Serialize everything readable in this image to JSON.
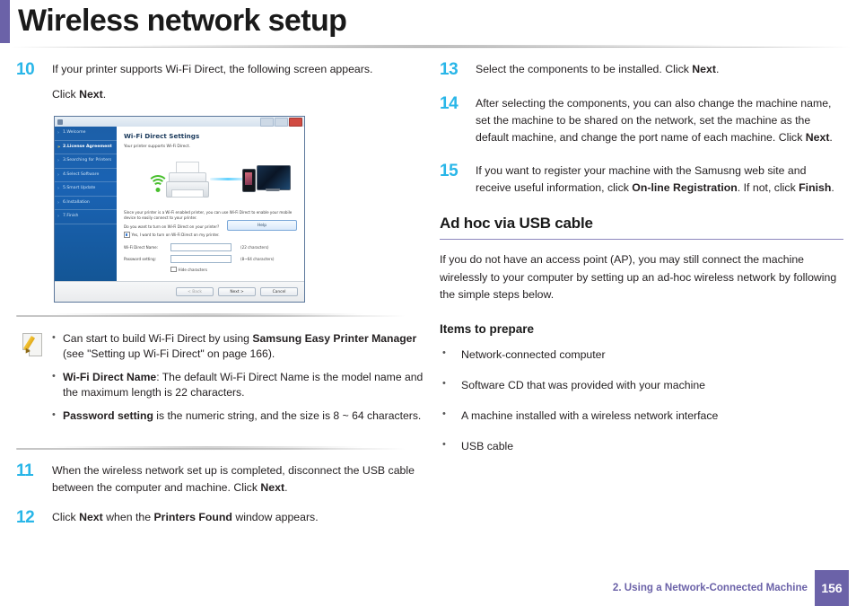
{
  "header": {
    "title": "Wireless network setup",
    "accent_color": "#6b62a8"
  },
  "colors": {
    "step_number": "#29b6e8",
    "accent_purple": "#6b62a8",
    "rule_purple": "#8d86bd"
  },
  "left_column": {
    "steps": [
      {
        "number": "10",
        "text_line1_a": "If your printer supports Wi-Fi Direct, the following screen appears.",
        "text_line2_a": "Click ",
        "text_line2_b": "Next",
        "text_line2_c": "."
      }
    ],
    "screenshot": {
      "dialog_title": "Wi-Fi Direct Settings",
      "dialog_subtitle": "Your printer supports Wi-Fi Direct.",
      "sidebar_items": [
        "1.Welcome",
        "2.License Agreement",
        "3.Searching for Printers",
        "4.Select Software",
        "5.Smart Update",
        "6.Installation",
        "7.Finish"
      ],
      "active_sidebar_index": 1,
      "paragraph": "Since your printer is a Wi-Fi enabled printer, you can use Wi-Fi Direct to enable your mobile device to easily connect to your printer.",
      "question": "Do you want to turn on Wi-Fi Direct on your printer?",
      "checkbox_label": "Yes, I want to turn on Wi-Fi Direct on my printer.",
      "help_button": "Help",
      "field_name_label": "Wi-Fi Direct Name:",
      "field_name_hint": "(22 characters)",
      "field_name_value": "",
      "field_password_label": "Password setting:",
      "field_password_hint": "(8~64 characters)",
      "field_password_value": "",
      "hide_characters_label": "Hide characters",
      "button_back": "< Back",
      "button_next": "Next >",
      "button_cancel": "Cancel"
    },
    "note": {
      "icon": "note-pencil-icon",
      "items": [
        {
          "a": "Can start to build Wi-Fi Direct by using ",
          "b": "Samsung Easy Printer Manager",
          "c": " (see \"Setting up Wi-Fi Direct\" on page 166)."
        },
        {
          "a": "",
          "b": "Wi-Fi Direct Name",
          "c": ": The default Wi-Fi Direct Name is the model name and the maximum length is 22 characters."
        },
        {
          "a": "",
          "b": "Password setting",
          "c": " is the numeric string, and the size is 8 ~ 64 characters."
        }
      ]
    },
    "steps_after_note": [
      {
        "number": "11",
        "a": "When the wireless network set up is completed, disconnect the USB cable between the computer and machine. Click ",
        "b": "Next",
        "c": "."
      },
      {
        "number": "12",
        "a": "Click ",
        "b": "Next",
        "c": " when the ",
        "d": "Printers Found",
        "e": " window appears."
      }
    ]
  },
  "right_column": {
    "steps": [
      {
        "number": "13",
        "a": "Select the components to be installed. Click ",
        "b": "Next",
        "c": "."
      },
      {
        "number": "14",
        "a": "After selecting the components, you can also change the machine name, set the machine to be shared on the network, set the machine as the default machine, and change the port name of each machine. Click ",
        "b": "Next",
        "c": "."
      },
      {
        "number": "15",
        "a": "If you want to register your machine with the Samusng web site and receive useful information, click ",
        "b": "On-line Registration",
        "c": ". If not, click ",
        "d": "Finish",
        "e": "."
      }
    ],
    "section_heading": "Ad hoc via USB cable",
    "section_paragraph": "If you do not have an access point (AP), you may still connect the machine wirelessly to your computer by setting up an ad-hoc wireless network by following the simple steps below.",
    "subsection_heading": "Items to prepare",
    "prepare_items": [
      "Network-connected computer",
      "Software CD that was provided with your machine",
      "A machine installed with a wireless network interface",
      "USB cable"
    ]
  },
  "footer": {
    "chapter": "2.  Using a Network-Connected Machine",
    "page_number": "156"
  }
}
